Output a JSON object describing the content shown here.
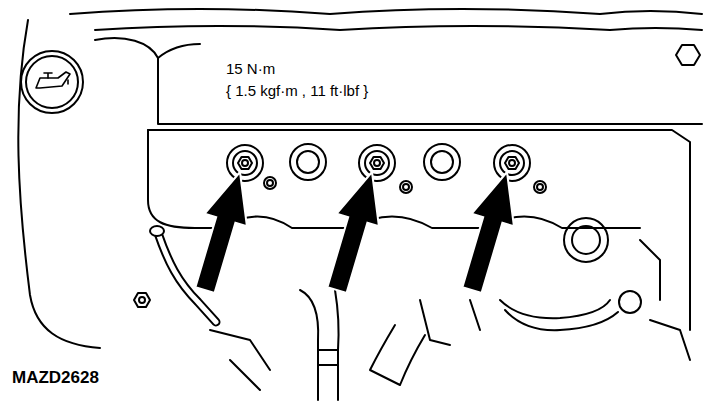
{
  "diagram": {
    "labels": [
      "15 N·m",
      "{ 1.5 kgf·m , 11 ft·lbf }",
      "MAZD2628"
    ]
  }
}
